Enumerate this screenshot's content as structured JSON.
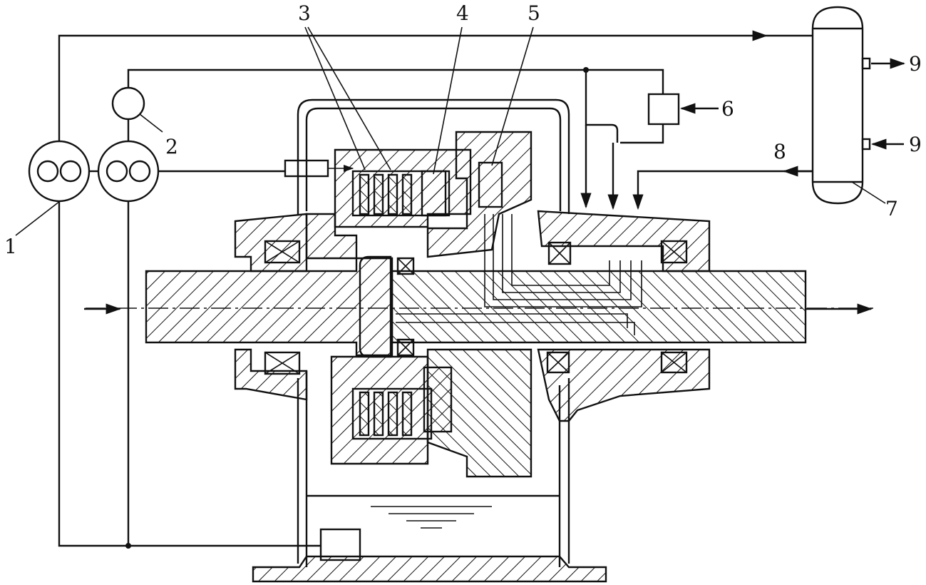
{
  "labels": {
    "n1": "1",
    "n2": "2",
    "n3": "3",
    "n4": "4",
    "n5": "5",
    "n6": "6",
    "n7": "7",
    "n8": "8",
    "n9a": "9",
    "n9b": "9"
  }
}
